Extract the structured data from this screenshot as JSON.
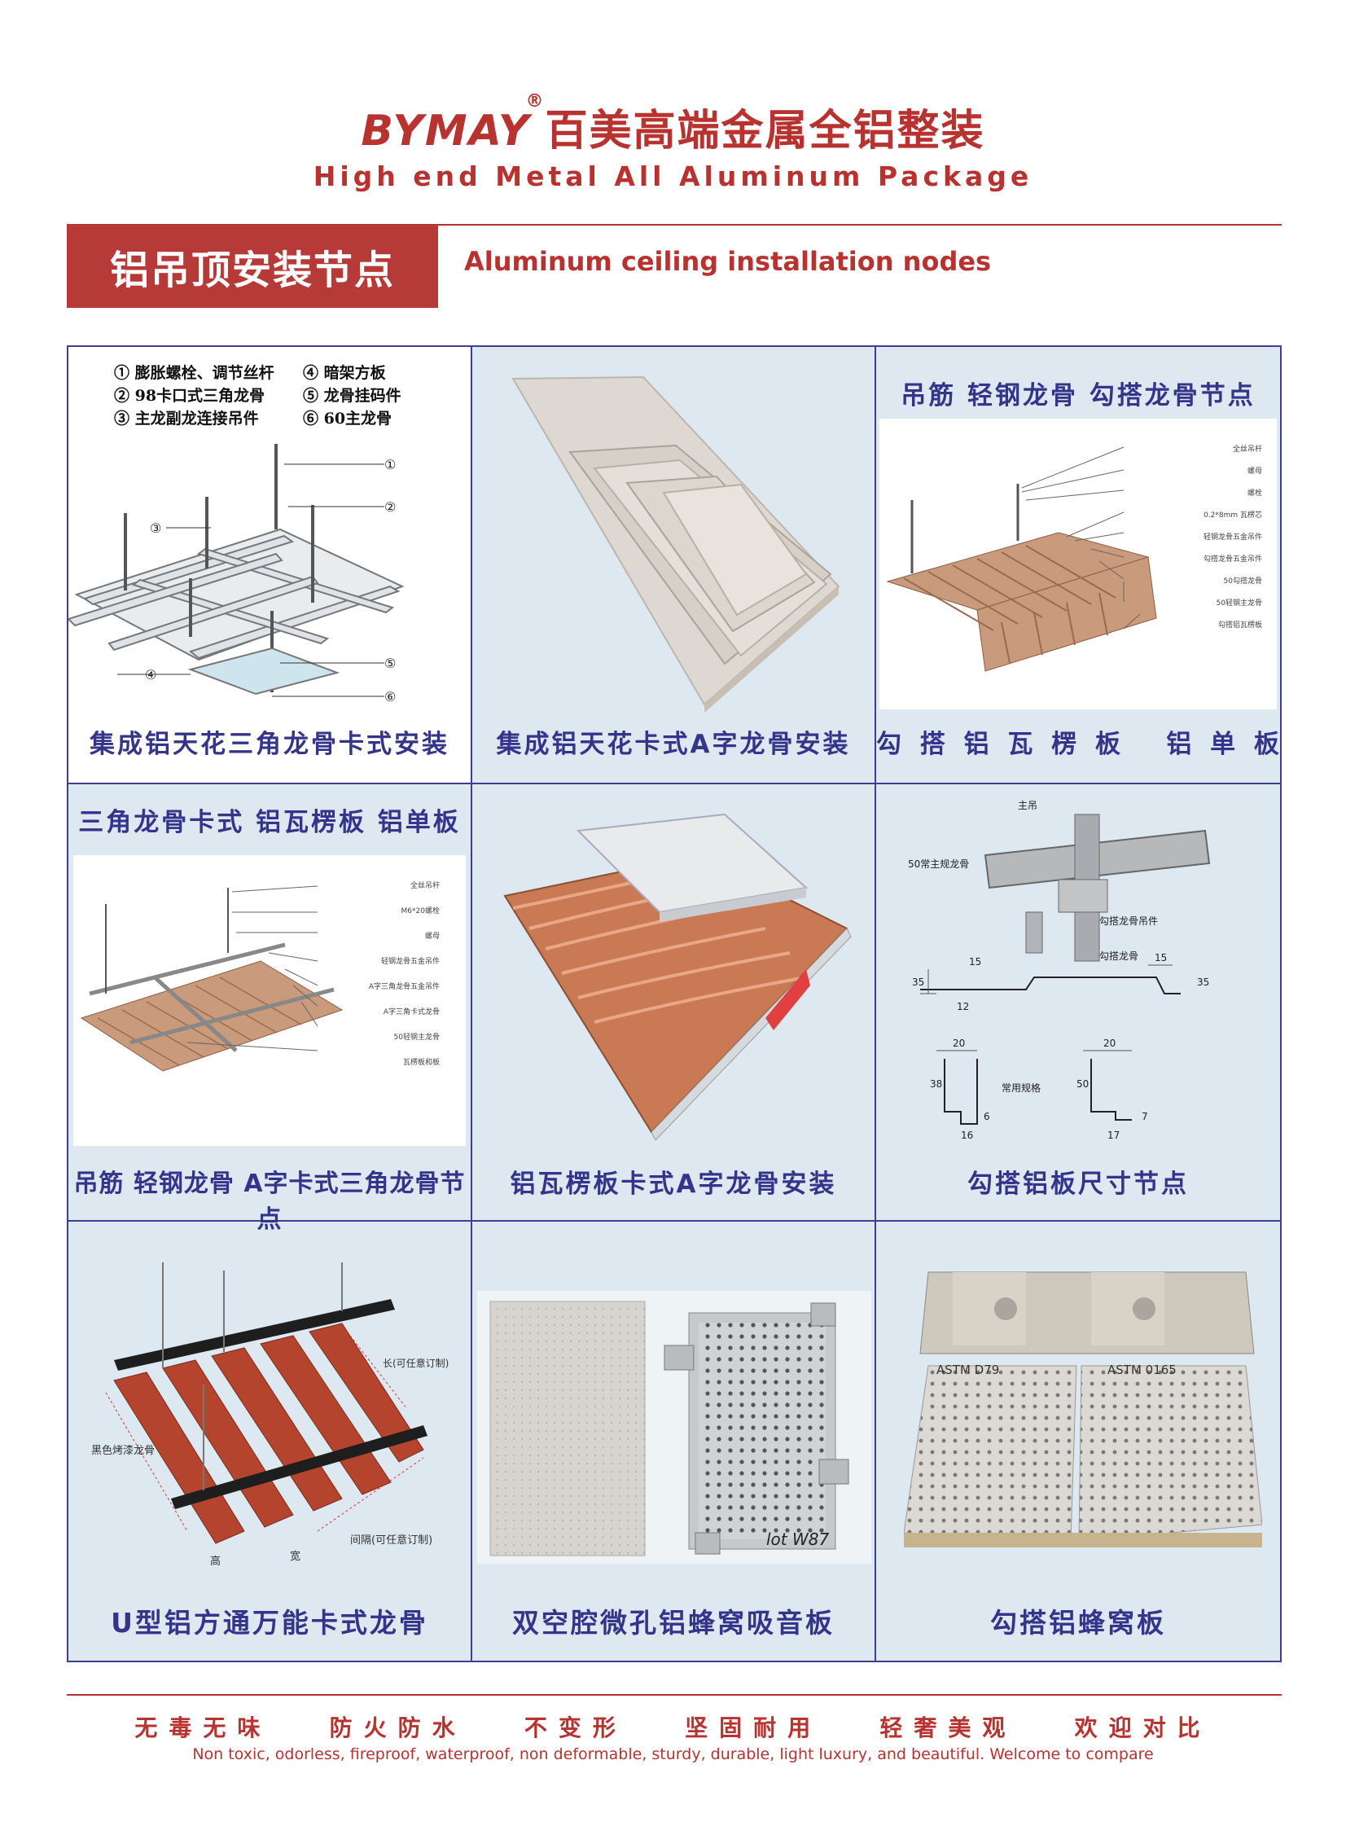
{
  "header": {
    "brand_latin": "BYMAY",
    "brand_reg": "®",
    "brand_cn": "百美高端金属全铝整装",
    "subtitle": "High end Metal All Aluminum Package"
  },
  "section": {
    "title_cn": "铝吊顶安装节点",
    "title_en": "Aluminum ceiling installation nodes"
  },
  "cells": {
    "c1": {
      "caption": "集成铝天花三角龙骨卡式安装",
      "legend": [
        "① 膨胀螺栓、调节丝杆",
        "② 98卡口式三角龙骨",
        "③ 主龙副龙连接吊件",
        "④ 暗架方板",
        "⑤ 龙骨挂码件",
        "⑥ 60主龙骨"
      ],
      "markers": [
        "①",
        "②",
        "③",
        "④",
        "⑤",
        "⑥"
      ]
    },
    "c2": {
      "caption": "集成铝天花卡式A字龙骨安装"
    },
    "c3": {
      "heading": "吊筋 轻钢龙骨 勾搭龙骨节点",
      "caption": "勾 搭 铝 瓦 楞 板   铝 单 板",
      "labels": [
        "全丝吊杆",
        "螺母",
        "螺栓",
        "0.2*8mm 瓦楞芯",
        "轻钢龙骨五金吊件",
        "勾搭龙骨五金吊件",
        "50勾搭龙骨",
        "50轻钢主龙骨",
        "勾搭铝瓦楞板"
      ]
    },
    "c4": {
      "heading": "三角龙骨卡式 铝瓦楞板 铝单板",
      "caption": "吊筋 轻钢龙骨 A字卡式三角龙骨节点",
      "labels": [
        "全丝吊杆",
        "M6*20螺栓",
        "螺母",
        "轻钢龙骨五金吊件",
        "A字三角龙骨五金吊件",
        "A字三角卡式龙骨",
        "50轻钢主龙骨",
        "瓦楞板和板"
      ]
    },
    "c5": {
      "caption": "铝瓦楞板卡式A字龙骨安装"
    },
    "c6": {
      "caption": "勾搭铝板尺寸节点",
      "labels": [
        "主吊",
        "50常主规龙骨",
        "勾搭龙骨吊件",
        "勾搭龙骨",
        "常用规格"
      ],
      "dims": [
        "35",
        "15",
        "12",
        "15",
        "35",
        "20",
        "38",
        "6",
        "16",
        "20",
        "50",
        "7",
        "17"
      ]
    },
    "c7": {
      "caption": "U型铝方通万能卡式龙骨",
      "labels": [
        "黑色烤漆龙骨",
        "长(可任意订制)",
        "间隔(可任意订制)",
        "高",
        "宽"
      ]
    },
    "c8": {
      "caption": "双空腔微孔铝蜂窝吸音板",
      "handwriting": "lot W87"
    },
    "c9": {
      "caption": "勾搭铝蜂窝板",
      "stamp1": "ASTM D79",
      "stamp2": "ASTM 0165"
    }
  },
  "footer": {
    "features_cn": [
      "无毒无味",
      "防火防水",
      "不变形",
      "坚固耐用",
      "轻奢美观",
      "欢迎对比"
    ],
    "features_en": "Non toxic, odorless, fireproof, waterproof, non deformable, sturdy, durable, light luxury, and beautiful. Welcome to compare"
  },
  "colors": {
    "brand_red": "#b8332f",
    "grid_blue": "#3c3f92",
    "cell_bg": "#dde8f1"
  }
}
